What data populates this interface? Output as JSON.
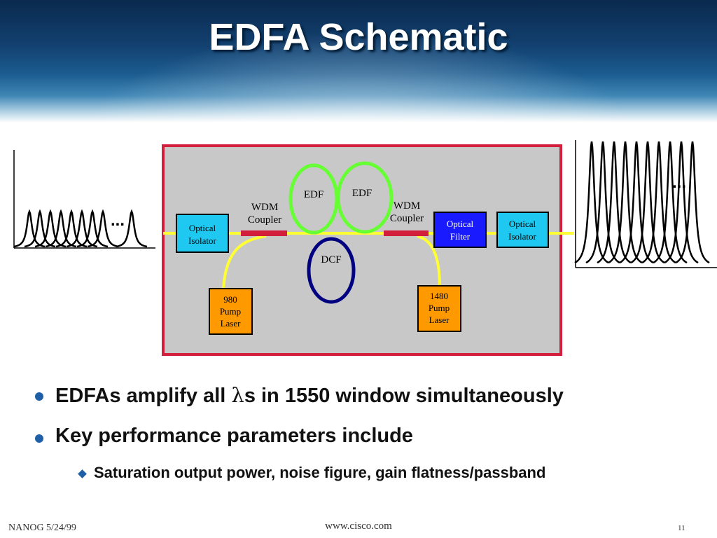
{
  "slide": {
    "title": "EDFA Schematic",
    "footer": {
      "left": "NANOG 5/24/99",
      "center": "www.cisco.com",
      "page": "11"
    }
  },
  "diagram": {
    "components": {
      "isolator_in": "Optical Isolator",
      "wdm_left": "WDM Coupler",
      "edf_left": "EDF",
      "edf_right": "EDF",
      "dcf": "DCF",
      "wdm_right": "WDM Coupler",
      "filter": "Optical Filter",
      "isolator_out": "Optical Isolator",
      "pump_980": "980 Pump Laser",
      "pump_1480": "1480 Pump Laser"
    },
    "spectrum_input": {
      "peaks": 8,
      "ellipsis": "..."
    },
    "spectrum_output": {
      "peaks": 10,
      "ellipsis": "..."
    },
    "colors": {
      "frame": "#d21f3c",
      "panel": "#c8c8c8",
      "fiber": "#ffff33",
      "coupler": "#d21f3c",
      "edf": "#66ff33",
      "dcf": "#000080",
      "isolator": "#1ec8f0",
      "filter": "#1a1aff",
      "pump": "#ff9900"
    }
  },
  "bullets": {
    "b1": {
      "prefix": "EDFAs amplify all ",
      "symbol": "λ",
      "suffix": "s in 1550 window simultaneously"
    },
    "b2": "Key performance parameters include",
    "b2_sub1": "Saturation output power, noise figure, gain flatness/passband"
  },
  "accent": "#1f5fa8"
}
